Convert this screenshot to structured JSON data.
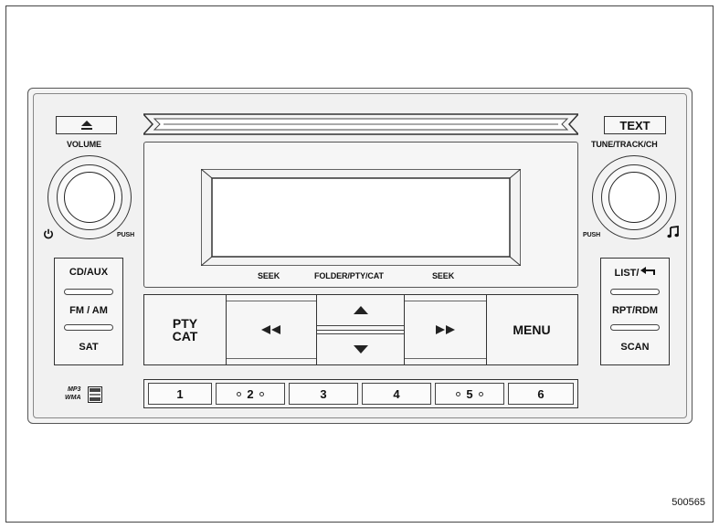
{
  "figure_number": "500565",
  "left": {
    "eject_icon": "eject-icon",
    "volume_label": "VOLUME",
    "power_icon": "power-icon",
    "push_label": "PUSH"
  },
  "right": {
    "text_label": "TEXT",
    "tune_label": "TUNE/TRACK/CH",
    "push_label": "PUSH",
    "music_note_icon": "music-note-icon"
  },
  "display": {
    "seek_left": "SEEK",
    "folder_label": "FOLDER/PTY/CAT",
    "seek_right": "SEEK"
  },
  "source_buttons": [
    "CD/AUX",
    "FM / AM",
    "SAT"
  ],
  "mode_buttons": {
    "list": "LIST/",
    "list_icon": "return-arrow-icon",
    "rpt": "RPT/RDM",
    "scan": "SCAN"
  },
  "controls": {
    "pty_line1": "PTY",
    "pty_line2": "CAT",
    "rewind_icon": "rewind-icon",
    "up_icon": "triangle-up-icon",
    "down_icon": "triangle-down-icon",
    "forward_icon": "fast-forward-icon",
    "menu": "MENU"
  },
  "presets": [
    "1",
    "2",
    "3",
    "4",
    "5",
    "6"
  ],
  "logos": {
    "mp3": "MP3",
    "wma": "WMA"
  }
}
